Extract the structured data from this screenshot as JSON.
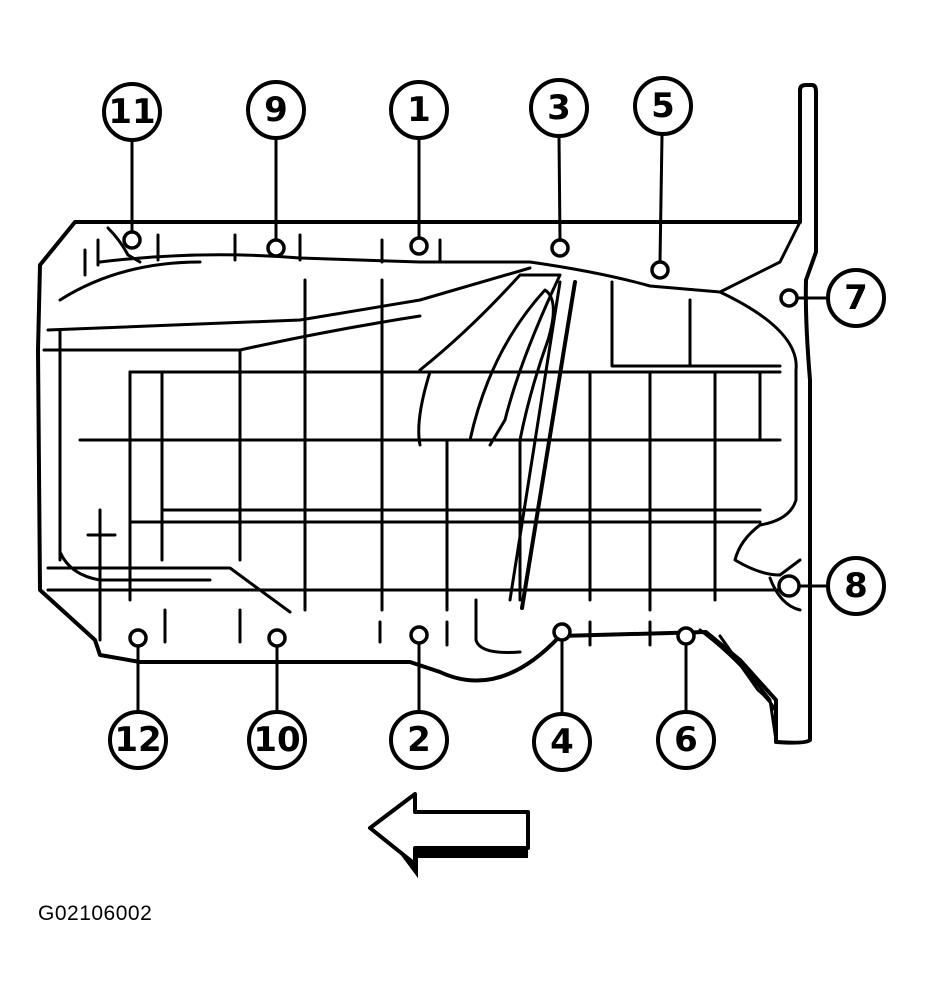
{
  "diagram": {
    "callouts": [
      {
        "id": "11",
        "label": "11"
      },
      {
        "id": "9",
        "label": "9"
      },
      {
        "id": "1",
        "label": "1"
      },
      {
        "id": "3",
        "label": "3"
      },
      {
        "id": "5",
        "label": "5"
      },
      {
        "id": "7",
        "label": "7"
      },
      {
        "id": "8",
        "label": "8"
      },
      {
        "id": "12",
        "label": "12"
      },
      {
        "id": "10",
        "label": "10"
      },
      {
        "id": "2",
        "label": "2"
      },
      {
        "id": "4",
        "label": "4"
      },
      {
        "id": "6",
        "label": "6"
      }
    ],
    "direction_icon": "left-arrow-icon",
    "figure_code": "G02106002"
  }
}
